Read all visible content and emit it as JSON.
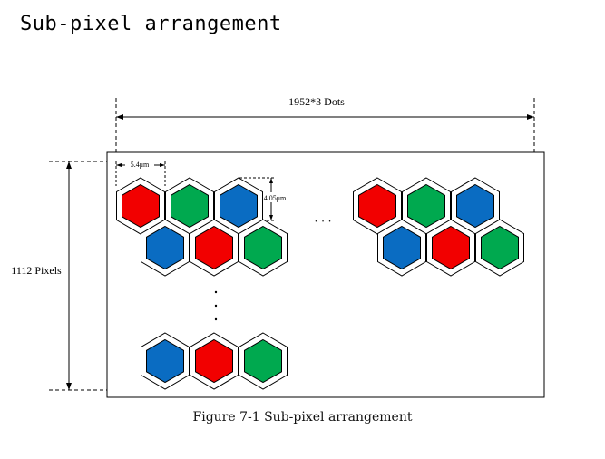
{
  "title": "Sub-pixel arrangement",
  "caption": "Figure 7-1 Sub-pixel arrangement",
  "labels": {
    "width_dots": "1952*3 Dots",
    "height_pixels": "1112 Pixels",
    "subpixel_pitch": "5.4μm",
    "subpixel_height": "4.05μm",
    "ellipsis": "· · ·"
  },
  "colors": {
    "red": "#f20000",
    "green": "#00a94f",
    "blue": "#0a6cc2",
    "line": "#000000"
  },
  "pixel_groups": [
    {
      "name": "top-left-row-1",
      "order": [
        "red",
        "green",
        "blue"
      ]
    },
    {
      "name": "top-left-row-2",
      "order": [
        "blue",
        "red",
        "green"
      ]
    },
    {
      "name": "top-right-row-1",
      "order": [
        "red",
        "green",
        "blue"
      ]
    },
    {
      "name": "top-right-row-2",
      "order": [
        "blue",
        "red",
        "green"
      ]
    },
    {
      "name": "bottom-row",
      "order": [
        "blue",
        "red",
        "green"
      ]
    }
  ]
}
